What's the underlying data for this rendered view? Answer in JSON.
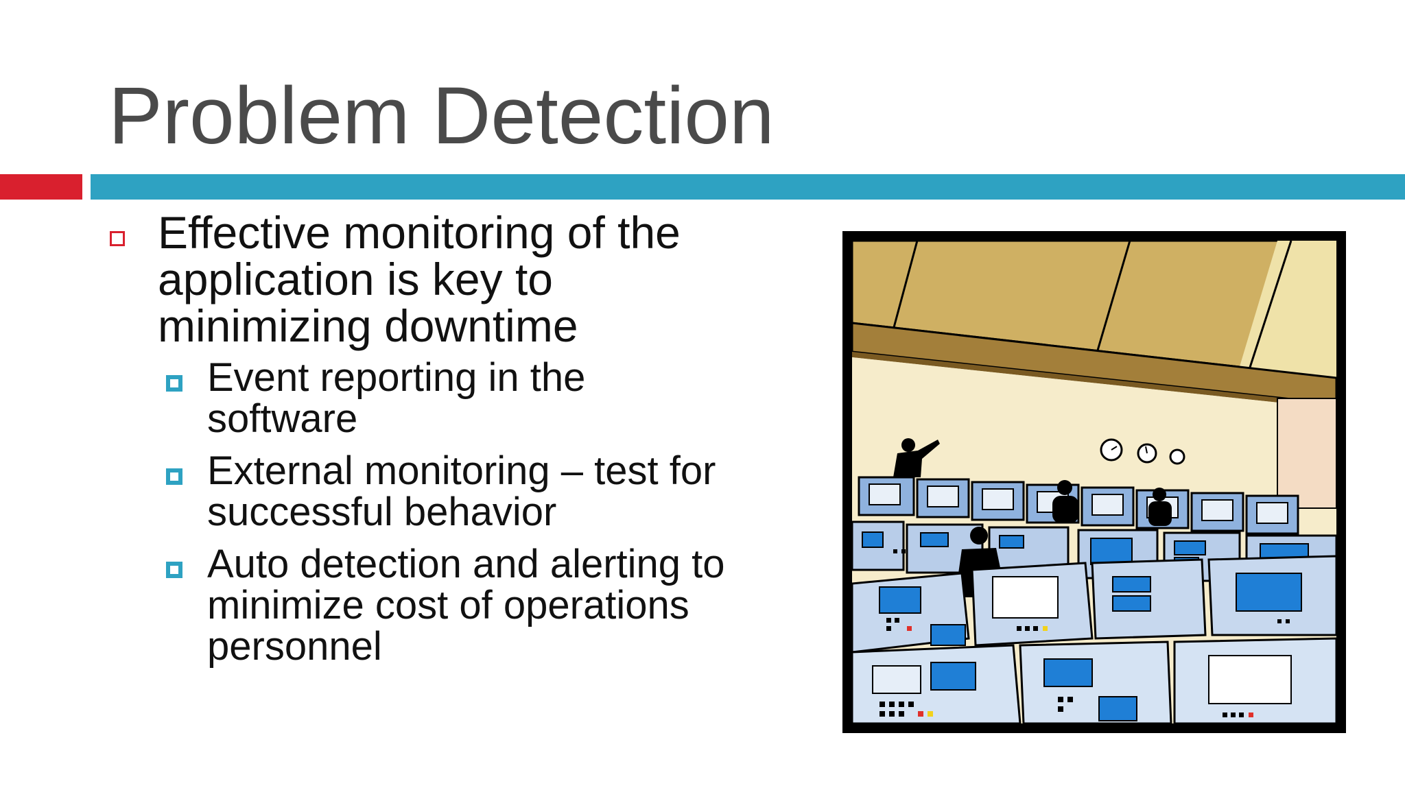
{
  "slide": {
    "title": "Problem Detection",
    "bullets": [
      {
        "text": "Effective monitoring of the application is key to minimizing downtime",
        "sub": [
          "Event reporting in the software",
          "External monitoring – test for successful behavior",
          "Auto detection and alerting to minimize cost of operations personnel"
        ]
      }
    ]
  },
  "colors": {
    "accent_red": "#d9202e",
    "accent_teal": "#2ea2c2",
    "title_gray": "#4a4a4a"
  },
  "illustration": {
    "subject": "control-room-clipart"
  }
}
